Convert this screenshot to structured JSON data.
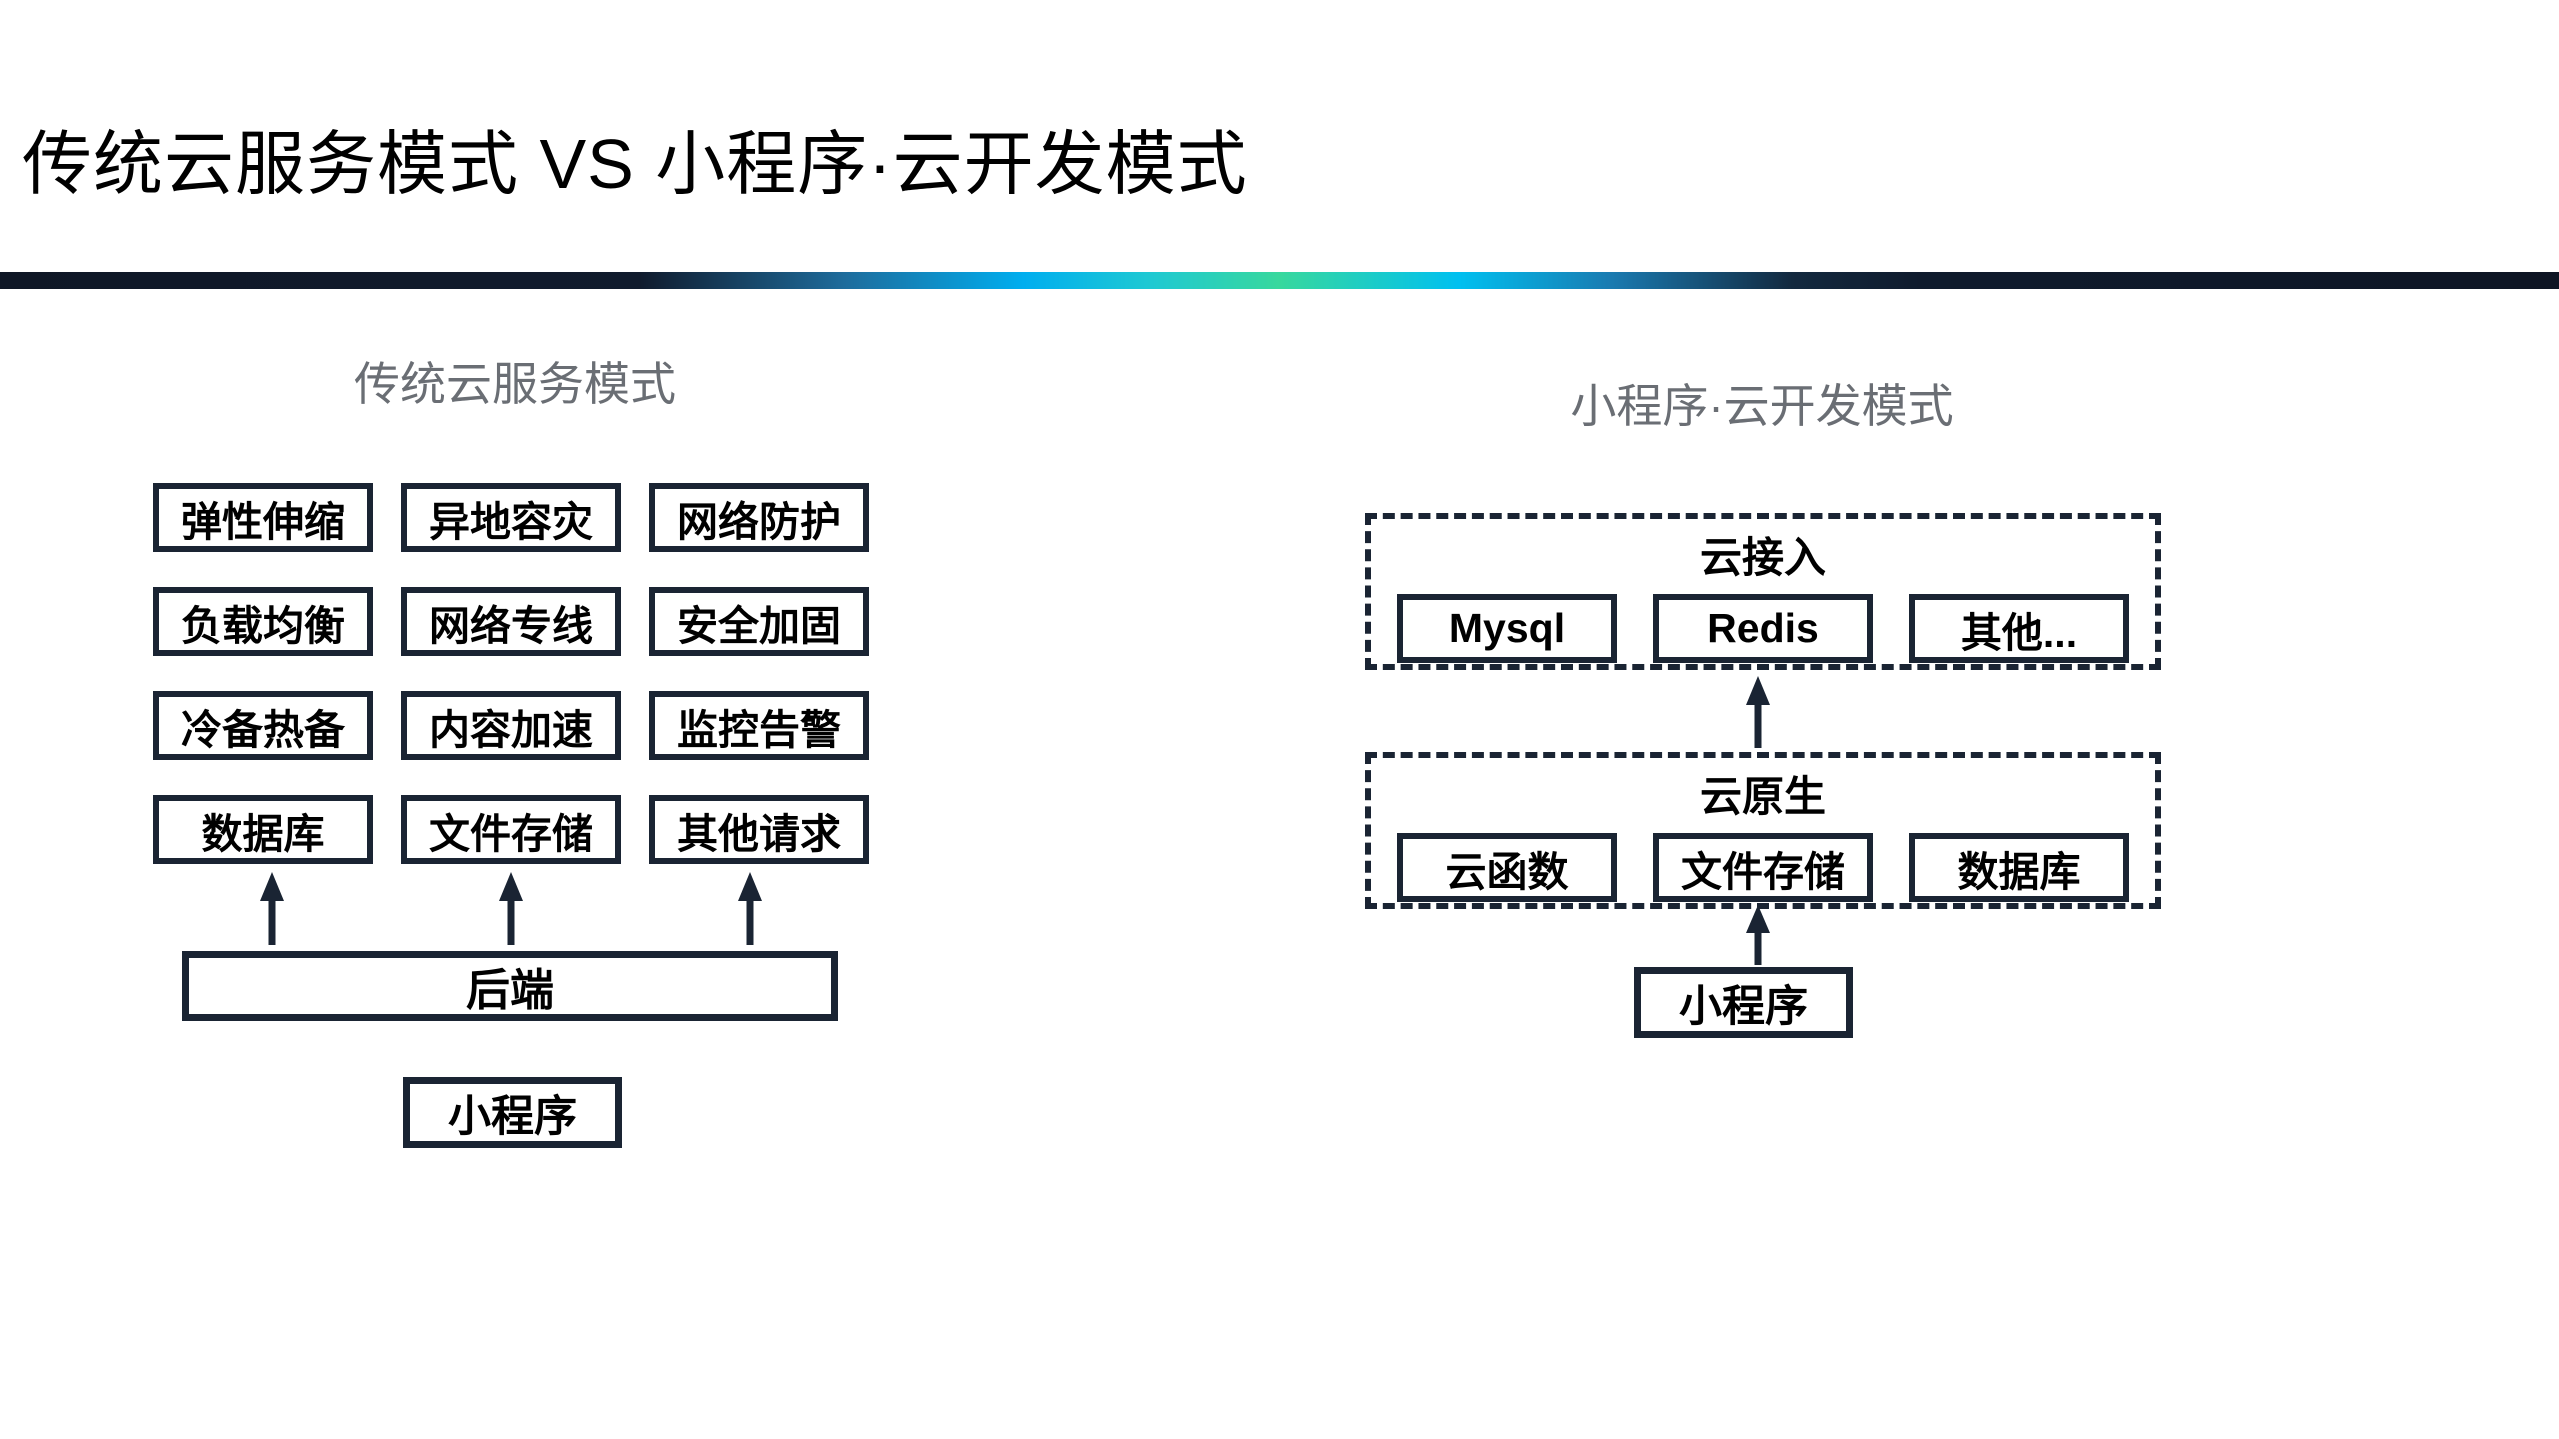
{
  "title": "传统云服务模式 VS 小程序·云开发模式",
  "colors": {
    "accent_dark": "#1a2433",
    "heading_gray": "#6a6e74",
    "text_black": "#000000",
    "background": "#ffffff",
    "divider_stops": [
      "#0f1726 0%",
      "#101b2d 25%",
      "#1e6c9c 33%",
      "#00aeef 40%",
      "#1fc9d2 45%",
      "#38d89d 50%",
      "#00c0f0 57%",
      "#1a7ab0 63%",
      "#13293f 70%",
      "#0f1b2d 75%",
      "#0e1524 100%"
    ]
  },
  "left_panel": {
    "heading": "传统云服务模式",
    "cells": [
      "弹性伸缩",
      "异地容灾",
      "网络防护",
      "负载均衡",
      "网络专线",
      "安全加固",
      "冷备热备",
      "内容加速",
      "监控告警",
      "数据库",
      "文件存储",
      "其他请求"
    ],
    "backend_label": "后端",
    "miniprogram_label": "小程序"
  },
  "right_panel": {
    "heading": "小程序·云开发模式",
    "groups": [
      {
        "title": "云接入",
        "items": [
          "Mysql",
          "Redis",
          "其他..."
        ]
      },
      {
        "title": "云原生",
        "items": [
          "云函数",
          "文件存储",
          "数据库"
        ]
      }
    ],
    "miniprogram_label": "小程序"
  }
}
